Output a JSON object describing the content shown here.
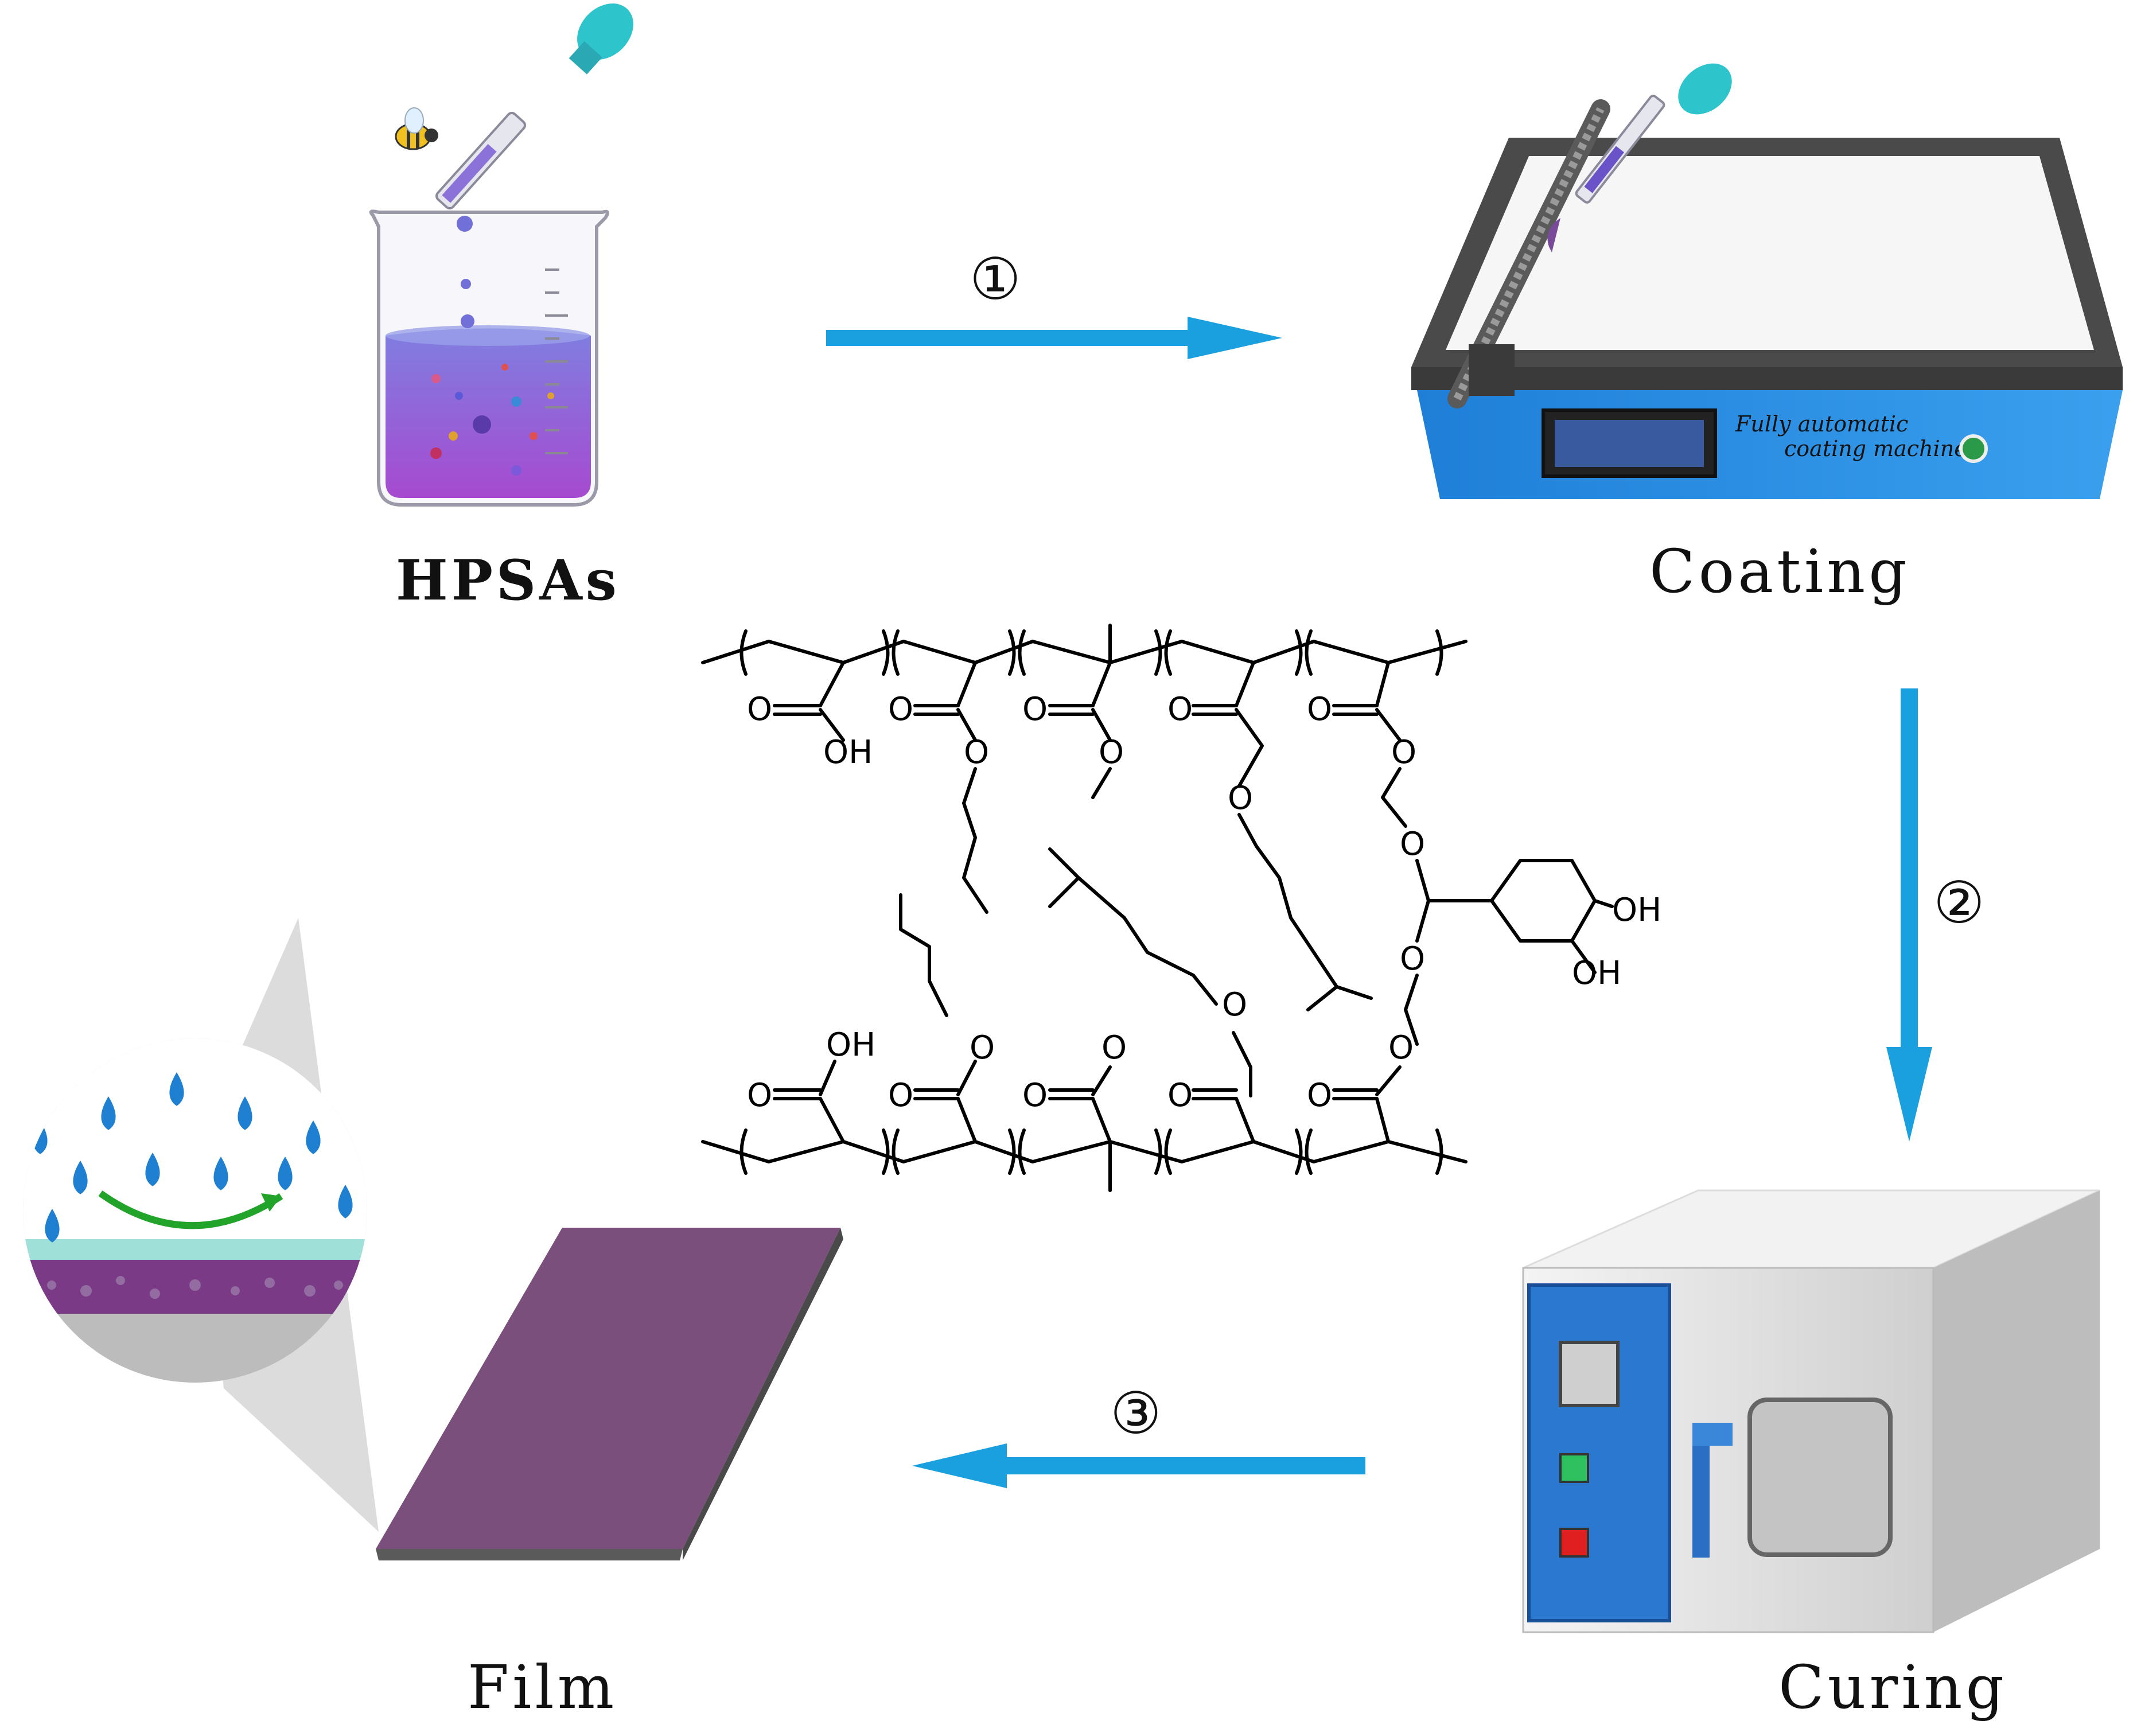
{
  "stages": {
    "hpsas": "HPSAs",
    "coating": "Coating",
    "curing": "Curing",
    "film": "Film"
  },
  "steps": {
    "step1": "①",
    "step2": "②",
    "step3": "③"
  },
  "coating_machine": {
    "line1": "Fully automatic",
    "line2": "coating machine"
  },
  "chemistry": {
    "o": "O",
    "oh": "OH"
  },
  "colors": {
    "arrow": "#1a9fdf",
    "liquid": "#8a5ad6",
    "film": "#7a4f7c",
    "machine_blue": "#2f8fe0",
    "drop_blue": "#1f7fd0",
    "curve_green": "#22a32a"
  }
}
